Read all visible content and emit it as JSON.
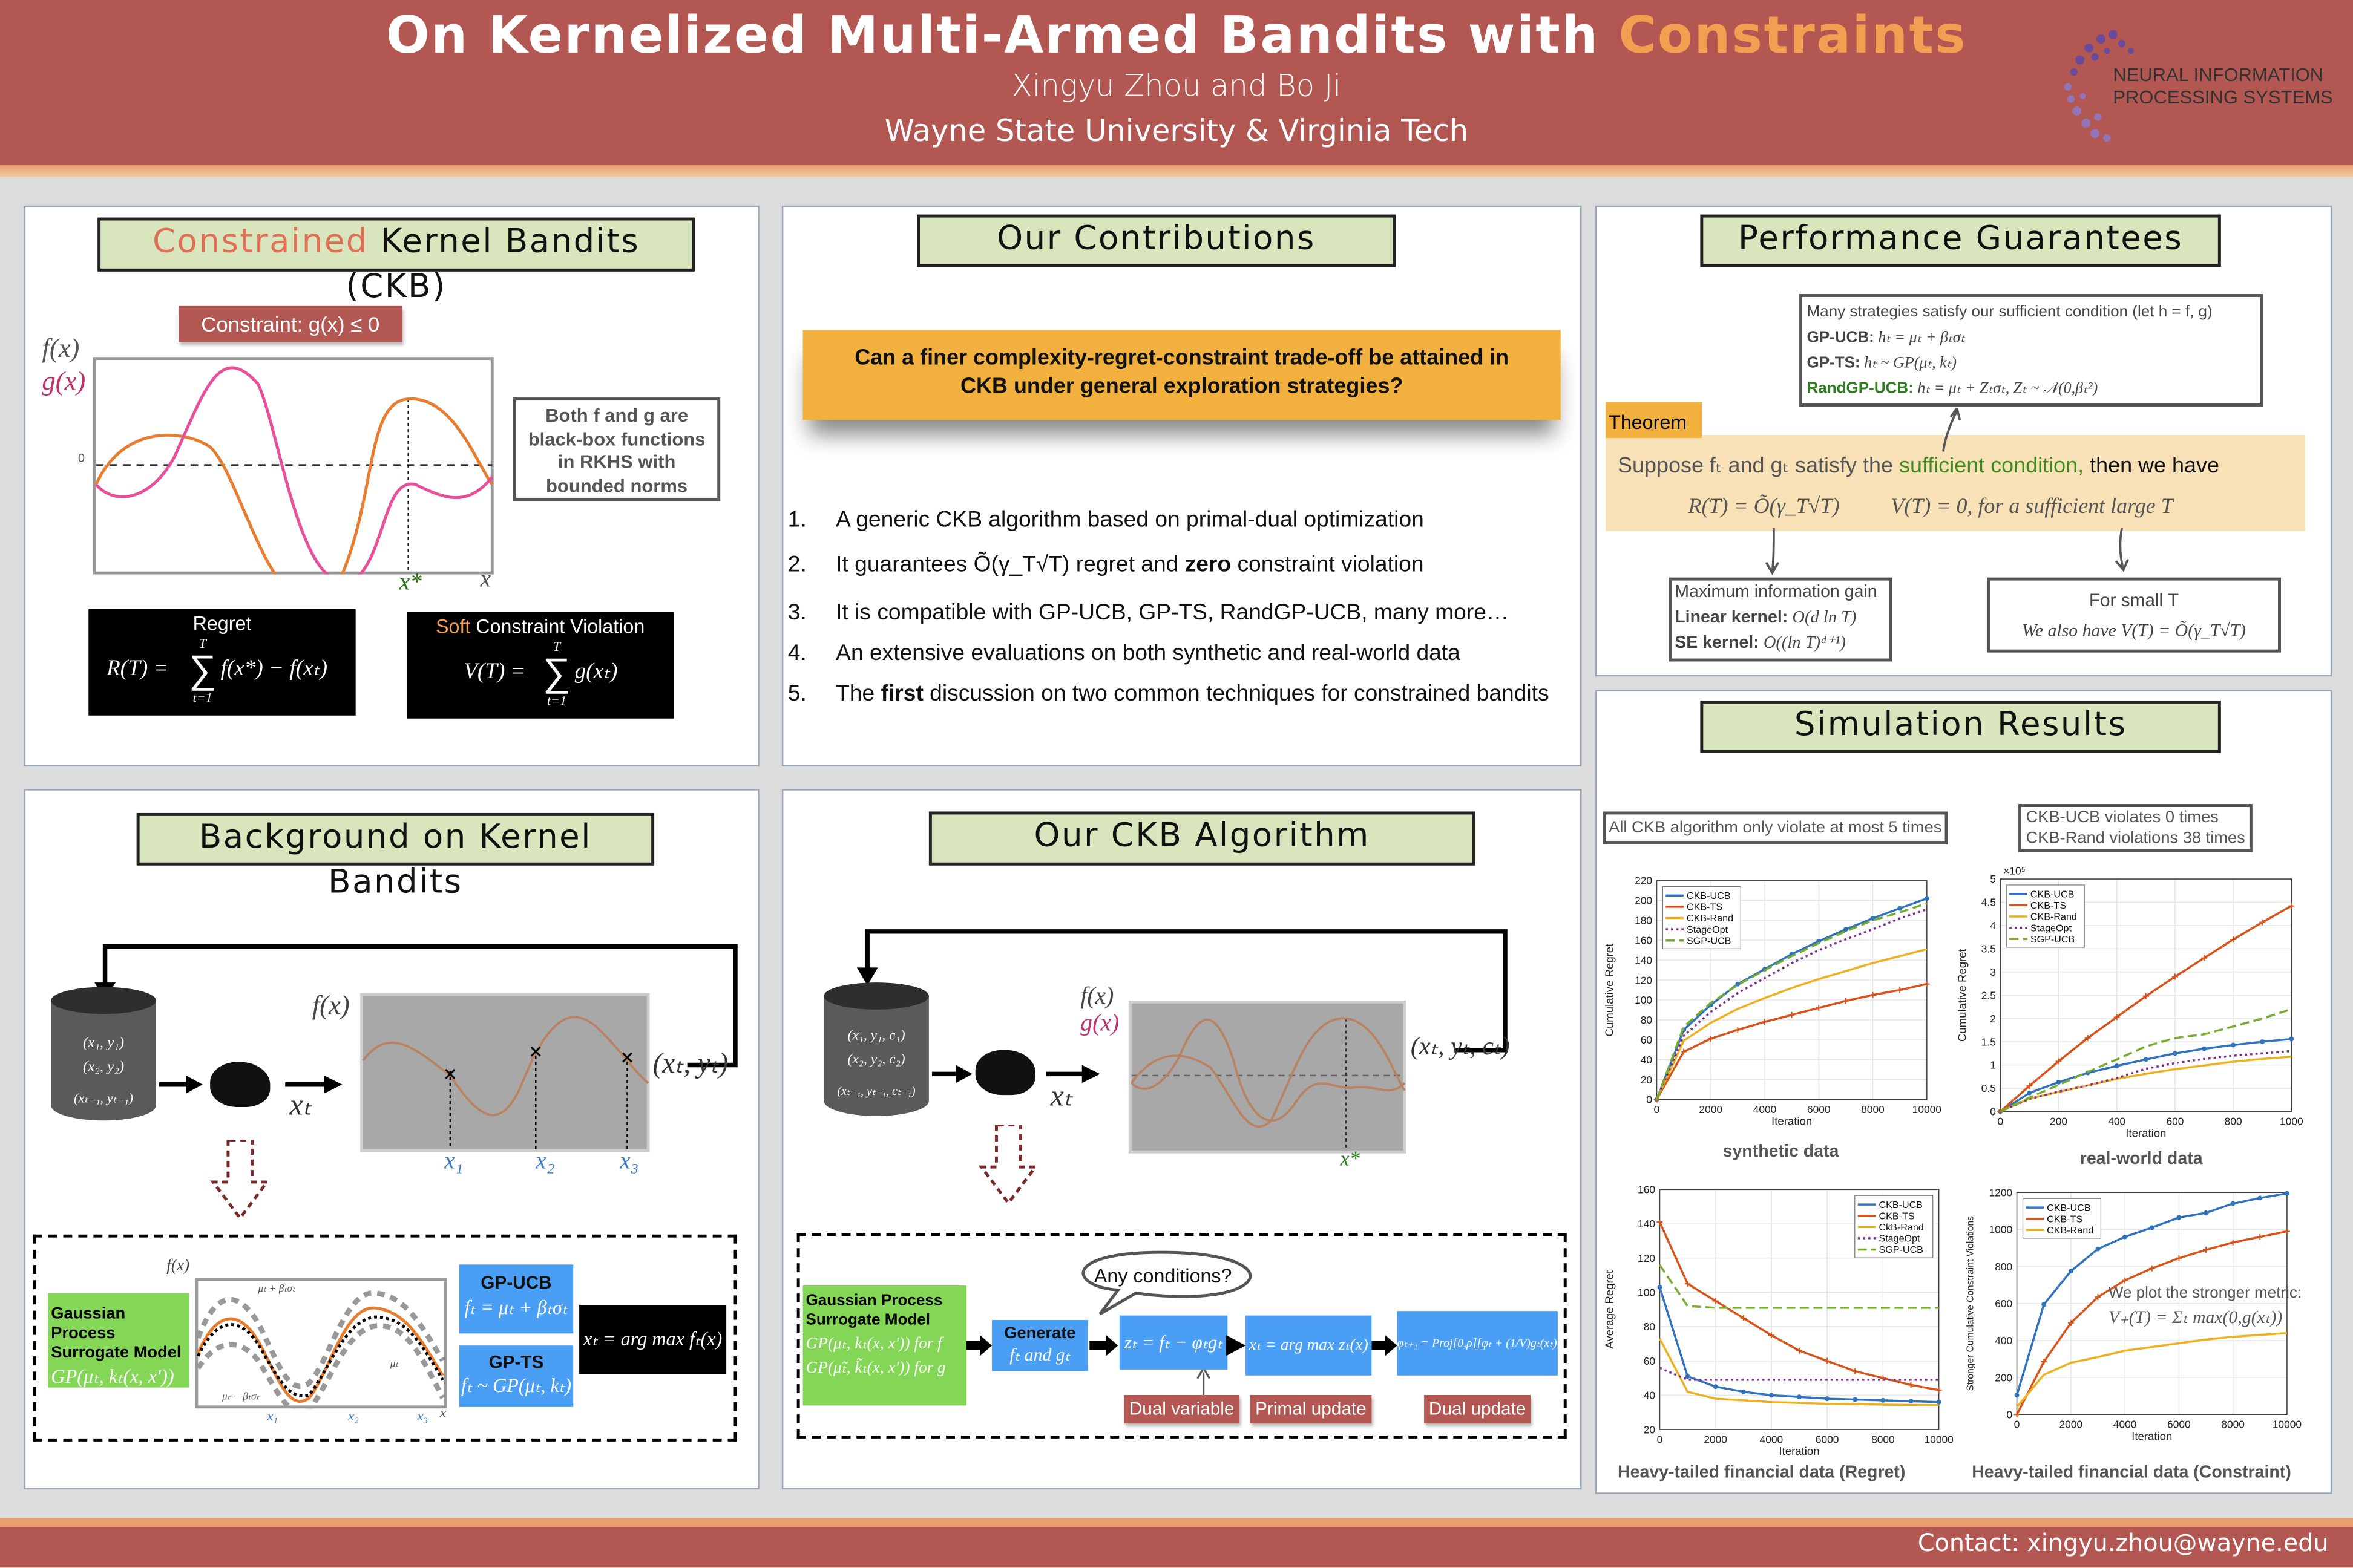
{
  "header": {
    "title_main": "On Kernelized Multi-Armed Bandits with ",
    "title_accent": "Constraints",
    "authors": "Xingyu Zhou and Bo Ji",
    "affiliations": "Wayne State University &  Virginia Tech",
    "logo_line1": "NEURAL INFORMATION",
    "logo_line2": "PROCESSING SYSTEMS"
  },
  "colors": {
    "banner": "#b35752",
    "accent": "#f0a050",
    "title_fill": "#d9e5bd",
    "highlight": "#f2b13f",
    "gp_blue": "#4a9ff5",
    "gp_green": "#84d656"
  },
  "ckb": {
    "title_accent": "Constrained",
    "title_rest": " Kernel Bandits (CKB)",
    "constraint": "Constraint: g(x) ≤ 0",
    "f_label": "f(x)",
    "g_label": "g(x)",
    "zero": "0",
    "xstar": "x*",
    "x": "x",
    "note": "Both f and g are black-box functions in RKHS with bounded norms",
    "regret_title": "Regret",
    "regret_lhs": "R(T) =",
    "regret_rhs": "f(x*) − f(xₜ)",
    "sum_top": "T",
    "sum_bottom": "t=1",
    "viol_title_accent": "Soft",
    "viol_title_rest": " Constraint Violation",
    "viol_lhs": "V(T) =",
    "viol_rhs": "g(xₜ)"
  },
  "contrib": {
    "title": "Our Contributions",
    "question": "Can a finer complexity-regret-constraint trade-off be attained in CKB under general exploration strategies?",
    "items": [
      {
        "num": "1.",
        "pre": "A generic CKB algorithm based on primal-dual optimization",
        "bold": "",
        "post": ""
      },
      {
        "num": "2.",
        "pre": "It guarantees  Õ(γ_T√T) regret and ",
        "bold": "zero",
        "post": " constraint violation"
      },
      {
        "num": "3.",
        "pre": "It is compatible with GP-UCB, GP-TS, RandGP-UCB, many more…",
        "bold": "",
        "post": ""
      },
      {
        "num": "4.",
        "pre": "An extensive evaluations on both synthetic and real-world data",
        "bold": "",
        "post": ""
      },
      {
        "num": "5.",
        "pre": "The ",
        "bold": "first",
        "post": " discussion on two common techniques for constrained bandits"
      }
    ]
  },
  "perf": {
    "title": "Performance Guarantees",
    "strategies_intro": "Many strategies satisfy our sufficient condition (let h = f, g)",
    "s1_label": "GP-UCB:",
    "s1_eq": " hₜ = μₜ + βₜσₜ",
    "s2_label": "GP-TS:",
    "s2_eq": " hₜ ~ GP(μₜ, kₜ)",
    "s3_label": "RandGP-UCB:",
    "s3_eq": " hₜ = μₜ + Zₜσₜ, Zₜ ~ 𝒩(0,βₜ²)",
    "theorem": "Theorem",
    "suppose_a": "Suppose fₜ and gₜ satisfy the ",
    "suppose_b": "sufficient condition,",
    "suppose_c": " then we have",
    "regret_bound": "R(T) = Õ(γ_T√T)",
    "viol_bound": "V(T) = 0, for a sufficient large T",
    "mig_title": "Maximum information gain",
    "mig_lin_label": "Linear kernel:",
    "mig_lin": " O(d ln T)",
    "mig_se_label": "SE kernel:",
    "mig_se": " O((ln T)ᵈ⁺¹)",
    "small_title": "For small T",
    "small_eq": "We also have V(T) = Õ(γ_T√T)"
  },
  "sim": {
    "title": "Simulation Results",
    "note1": "All CKB algorithm only violate at most 5 times",
    "note2a": "CKB-UCB violates 0 times",
    "note2b": "CKB-Rand violations 38 times",
    "cap1": "synthetic data",
    "cap2": "real-world data",
    "cap3": "Heavy-tailed financial data (Regret)",
    "cap4": "Heavy-tailed financial data (Constraint)",
    "metric_note": "We plot the stronger metric:",
    "metric_eq": "V₊(T) = Σₜ max(0,g(xₜ))"
  },
  "bg": {
    "title": "Background on Kernel Bandits",
    "data1": "(x₁, y₁)",
    "data2": "(x₂, y₂)",
    "data3": "(xₜ₋₁, yₜ₋₁)",
    "xt": "xₜ",
    "fx": "f(x)",
    "feedback": "(xₜ, yₜ)",
    "x1": "x₁",
    "x2": "x₂",
    "x3": "x₃",
    "gp_title": "Gaussian Process Surrogate Model",
    "gp_eq": "GP(μₜ, kₜ(x, x′))",
    "upper": "μₜ + βₜσₜ",
    "lower": "μₜ − βₜσₜ",
    "mean": "μₜ",
    "x": "x",
    "ucb_title": "GP-UCB",
    "ucb_eq": "fₜ = μₜ + βₜσₜ",
    "ts_title": "GP-TS",
    "ts_eq": "fₜ ~ GP(μₜ, kₜ)",
    "argmax": "xₜ = arg max fₜ(x)"
  },
  "alg": {
    "title": "Our CKB Algorithm",
    "data1": "(x₁, y₁, c₁)",
    "data2": "(x₂, y₂, c₂)",
    "data3": "(xₜ₋₁, yₜ₋₁, cₜ₋₁)",
    "xt": "xₜ",
    "fx": "f(x)",
    "gx": "g(x)",
    "feedback": "(xₜ, yₜ, cₜ)",
    "xstar": "x*",
    "gp_title": "Gaussian Process Surrogate Model",
    "gp_f": "GP(μₜ, kₜ(x, x′)) for f",
    "gp_g": "GP(μ̃ₜ, k̃ₜ(x, x′)) for g",
    "bubble": "Any conditions?",
    "generate_title": "Generate",
    "generate_eq": "fₜ and gₜ",
    "z_eq": "zₜ = fₜ − φₜgₜ",
    "x_eq": "xₜ = arg max zₜ(x)",
    "phi_eq": "φₜ₊₁ = Proj[0,ρ][φₜ + (1/V)gₜ(xₜ)]",
    "dual_var": "Dual variable",
    "primal": "Primal update",
    "dual_upd": "Dual update"
  },
  "footer": {
    "contact": "Contact:  xingyu.zhou@wayne.edu"
  },
  "chart_data": [
    {
      "type": "line",
      "title": "synthetic data",
      "xlabel": "Iteration",
      "ylabel": "Cumulative Regret",
      "x": [
        0,
        1000,
        2000,
        3000,
        4000,
        5000,
        6000,
        7000,
        8000,
        9000,
        10000
      ],
      "xlim": [
        0,
        10000
      ],
      "ylim": [
        0,
        220
      ],
      "xticks": [
        0,
        2000,
        4000,
        6000,
        8000,
        10000
      ],
      "yticks": [
        0,
        20,
        40,
        60,
        80,
        100,
        120,
        140,
        160,
        180,
        200,
        220
      ],
      "grid": true,
      "legend": "top-left",
      "series": [
        {
          "name": "CKB-UCB",
          "values": [
            0,
            70,
            95,
            116,
            131,
            146,
            159,
            171,
            182,
            192,
            202
          ]
        },
        {
          "name": "CKB-TS",
          "values": [
            0,
            48,
            61,
            70,
            78,
            85,
            92,
            99,
            105,
            110,
            116
          ]
        },
        {
          "name": "CKB-Rand",
          "values": [
            0,
            59,
            77,
            91,
            102,
            112,
            121,
            129,
            137,
            144,
            151
          ]
        },
        {
          "name": "StageOpt",
          "values": [
            0,
            64,
            88,
            107,
            122,
            137,
            150,
            161,
            171,
            182,
            191
          ]
        },
        {
          "name": "SGP-UCB",
          "values": [
            0,
            73,
            97,
            115,
            130,
            144,
            157,
            169,
            180,
            188,
            197
          ]
        }
      ]
    },
    {
      "type": "line",
      "title": "real-world data",
      "xlabel": "Iteration",
      "ylabel": "Cumulative Regret",
      "yscale": "×10⁵",
      "x": [
        0,
        100,
        200,
        300,
        400,
        500,
        600,
        700,
        800,
        900,
        1000
      ],
      "xlim": [
        0,
        1000
      ],
      "ylim": [
        0,
        5
      ],
      "xticks": [
        0,
        200,
        400,
        600,
        800,
        1000
      ],
      "yticks": [
        0,
        0.5,
        1,
        1.5,
        2,
        2.5,
        3,
        3.5,
        4,
        4.5,
        5
      ],
      "grid": true,
      "legend": "top-left",
      "series": [
        {
          "name": "CKB-UCB",
          "values": [
            0,
            0.4,
            0.63,
            0.83,
            0.98,
            1.12,
            1.25,
            1.35,
            1.43,
            1.5,
            1.56
          ]
        },
        {
          "name": "CKB-TS",
          "values": [
            0,
            0.55,
            1.08,
            1.58,
            2.03,
            2.48,
            2.9,
            3.3,
            3.7,
            4.07,
            4.42
          ]
        },
        {
          "name": "CKB-Rand",
          "values": [
            0,
            0.28,
            0.42,
            0.56,
            0.7,
            0.81,
            0.91,
            0.99,
            1.07,
            1.13,
            1.18
          ]
        },
        {
          "name": "StageOpt",
          "values": [
            0,
            0.27,
            0.43,
            0.56,
            0.72,
            0.92,
            1.04,
            1.13,
            1.2,
            1.25,
            1.3
          ]
        },
        {
          "name": "SGP-UCB",
          "values": [
            0,
            0.3,
            0.57,
            0.85,
            1.12,
            1.4,
            1.58,
            1.66,
            1.83,
            2.0,
            2.2
          ]
        }
      ]
    },
    {
      "type": "line",
      "title": "Heavy-tailed financial data (Regret)",
      "xlabel": "Iteration",
      "ylabel": "Average Regret",
      "x": [
        0,
        1000,
        2000,
        3000,
        4000,
        5000,
        6000,
        7000,
        8000,
        9000,
        10000
      ],
      "xlim": [
        0,
        10000
      ],
      "ylim": [
        20,
        160
      ],
      "xticks": [
        0,
        2000,
        4000,
        6000,
        8000,
        10000
      ],
      "yticks": [
        20,
        40,
        60,
        80,
        100,
        120,
        140,
        160
      ],
      "grid": true,
      "legend": "top-right",
      "series": [
        {
          "name": "CKB-UCB",
          "values": [
            103,
            51,
            45,
            42,
            40,
            39,
            38,
            37.5,
            37,
            36.5,
            36
          ]
        },
        {
          "name": "CKB-TS",
          "values": [
            141,
            105,
            95,
            85,
            75,
            66,
            60,
            54,
            50,
            46,
            43
          ]
        },
        {
          "name": "CkB-Rand",
          "values": [
            73,
            42,
            38,
            37,
            36,
            35.5,
            35,
            34.8,
            34.5,
            34.3,
            34.2
          ]
        },
        {
          "name": "StageOpt",
          "values": [
            56,
            49,
            49,
            49,
            49,
            49,
            49,
            49,
            49,
            49,
            49
          ]
        },
        {
          "name": "SGP-UCB",
          "values": [
            116,
            92,
            91,
            91,
            91,
            91,
            91,
            91,
            91,
            91,
            91
          ]
        }
      ]
    },
    {
      "type": "line",
      "title": "Heavy-tailed financial data (Constraint)",
      "xlabel": "Iteration",
      "ylabel": "Stronger Cumulative Constraint Violations",
      "x": [
        0,
        1000,
        2000,
        3000,
        4000,
        5000,
        6000,
        7000,
        8000,
        9000,
        10000
      ],
      "xlim": [
        0,
        10000
      ],
      "ylim": [
        0,
        1200
      ],
      "xticks": [
        0,
        2000,
        4000,
        6000,
        8000,
        10000
      ],
      "yticks": [
        0,
        200,
        400,
        600,
        800,
        1000,
        1200
      ],
      "grid": true,
      "legend": "top-left",
      "series": [
        {
          "name": "CKB-UCB",
          "values": [
            105,
            595,
            775,
            895,
            960,
            1010,
            1065,
            1090,
            1140,
            1170,
            1195
          ]
        },
        {
          "name": "CKB-TS",
          "values": [
            0,
            285,
            495,
            635,
            725,
            790,
            845,
            890,
            930,
            960,
            990
          ]
        },
        {
          "name": "CKB-Rand",
          "values": [
            40,
            215,
            280,
            310,
            345,
            365,
            385,
            405,
            420,
            430,
            440
          ]
        }
      ]
    }
  ]
}
